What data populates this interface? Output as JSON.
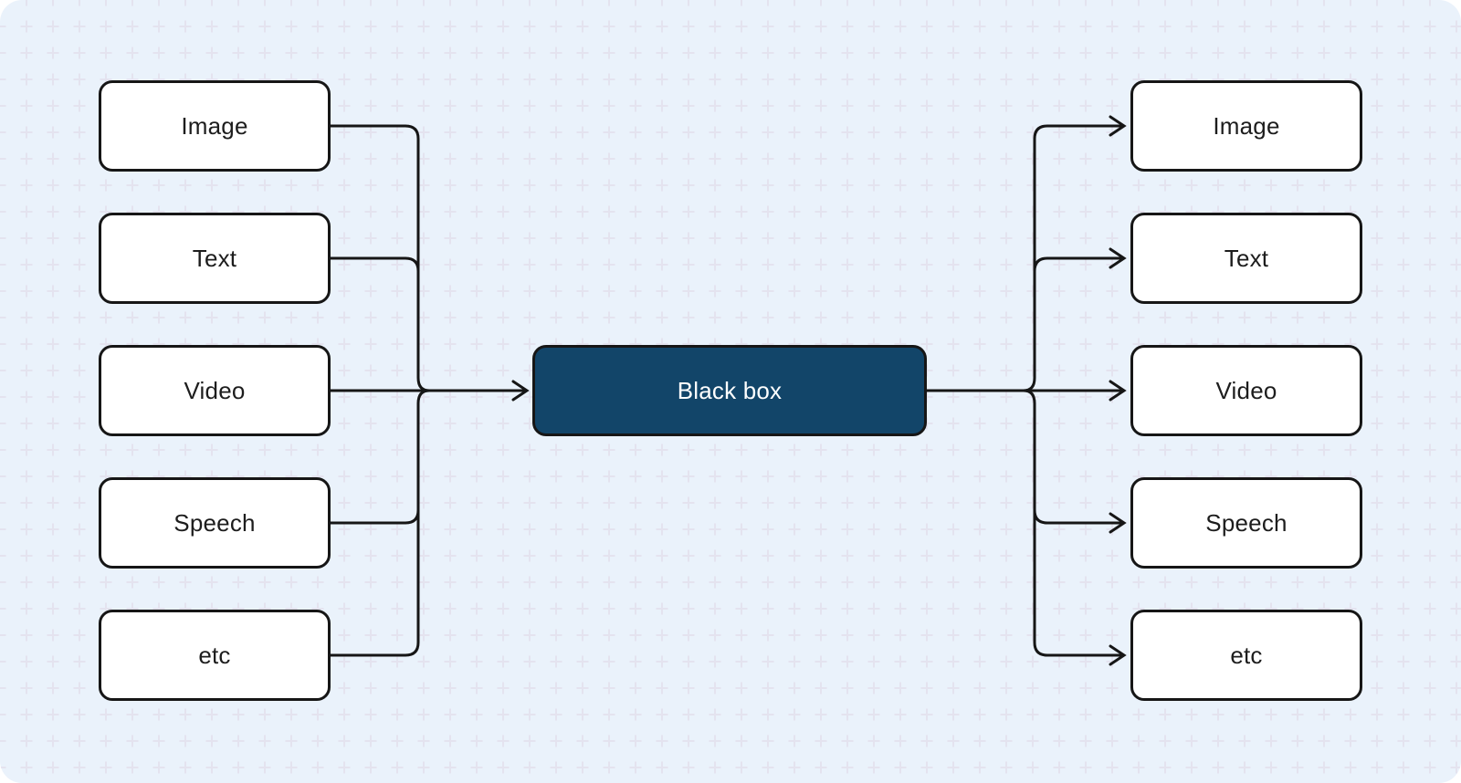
{
  "canvas": {
    "background": "#EAF2FB",
    "grid_color": "#E4E3EF",
    "connector_color": "#161616",
    "node_fill": "#FFFFFF",
    "node_border_color": "#161616",
    "node_text_color": "#1D1D1D",
    "center_node_fill": "#124569",
    "center_node_text_color": "#FFFFFF"
  },
  "diagram": {
    "inputs": [
      {
        "label": "Image"
      },
      {
        "label": "Text"
      },
      {
        "label": "Video"
      },
      {
        "label": "Speech"
      },
      {
        "label": "etc"
      }
    ],
    "center": {
      "label": "Black box"
    },
    "outputs": [
      {
        "label": "Image"
      },
      {
        "label": "Text"
      },
      {
        "label": "Video"
      },
      {
        "label": "Speech"
      },
      {
        "label": "etc"
      }
    ]
  }
}
